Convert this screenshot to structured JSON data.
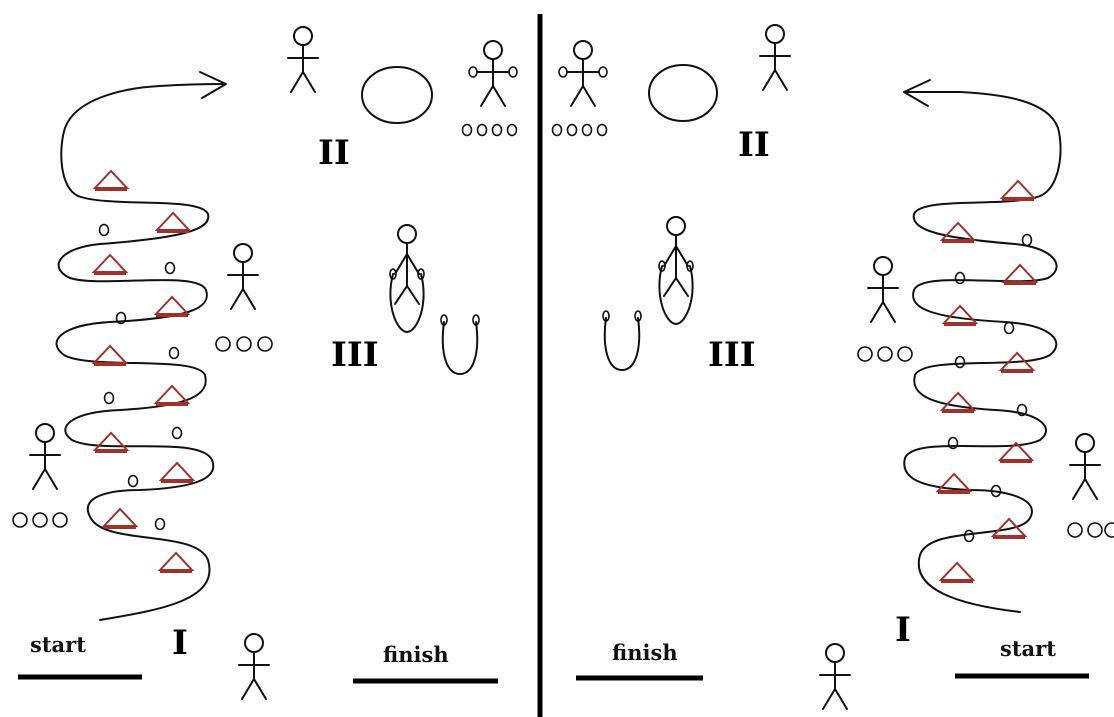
{
  "labels": {
    "start": "start",
    "finish": "finish"
  },
  "stations": {
    "one": "I",
    "two": "II",
    "three": "III"
  },
  "colors": {
    "ink": "#111111",
    "cone": "#a0302a",
    "background": "#ffffff"
  },
  "icons": [
    "stick-figure-icon",
    "cone-icon",
    "ball-icon",
    "hoop-icon",
    "jump-rope-icon",
    "arrow-icon"
  ]
}
